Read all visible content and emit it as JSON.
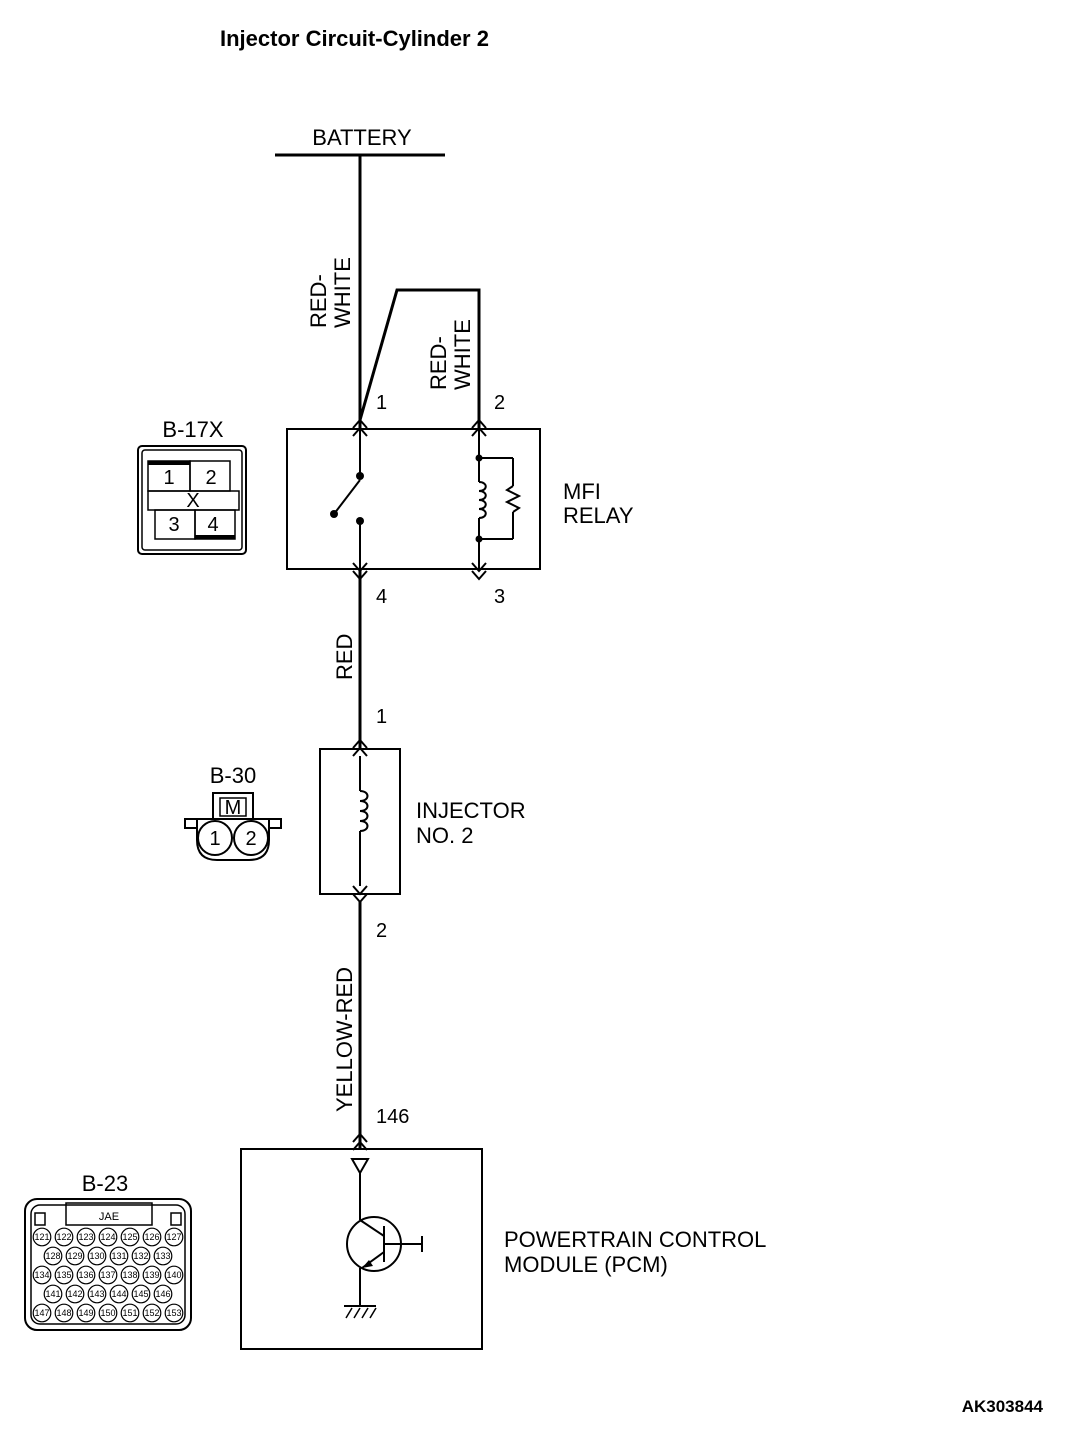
{
  "title": "Injector Circuit-Cylinder 2",
  "battery_label": "BATTERY",
  "wires": {
    "battery_to_relay": "RED-\nWHITE",
    "relay_coil_feed": "RED-\nWHITE",
    "relay_to_injector": "RED",
    "injector_to_pcm": "YELLOW-RED"
  },
  "relay": {
    "name_line1": "MFI",
    "name_line2": "RELAY",
    "pins": [
      "1",
      "2",
      "4",
      "3"
    ]
  },
  "injector": {
    "name_line1": "INJECTOR",
    "name_line2": "NO. 2",
    "pins": [
      "1",
      "2"
    ]
  },
  "pcm": {
    "name_line1": "POWERTRAIN CONTROL",
    "name_line2": "MODULE (PCM)",
    "pin": "146"
  },
  "connectors": {
    "b17x": {
      "code": "B-17X",
      "pins": [
        "1",
        "2",
        "3",
        "4"
      ],
      "mark": "X"
    },
    "b30": {
      "code": "B-30",
      "pins": [
        "1",
        "2"
      ],
      "mark": "M"
    },
    "b23": {
      "code": "B-23",
      "mark": "JAE",
      "rows": [
        [
          "121",
          "122",
          "123",
          "124",
          "125",
          "126",
          "127"
        ],
        [
          "128",
          "129",
          "130",
          "131",
          "132",
          "133"
        ],
        [
          "134",
          "135",
          "136",
          "137",
          "138",
          "139",
          "140"
        ],
        [
          "141",
          "142",
          "143",
          "144",
          "145",
          "146"
        ],
        [
          "147",
          "148",
          "149",
          "150",
          "151",
          "152",
          "153"
        ]
      ]
    }
  },
  "figure_id": "AK303844"
}
